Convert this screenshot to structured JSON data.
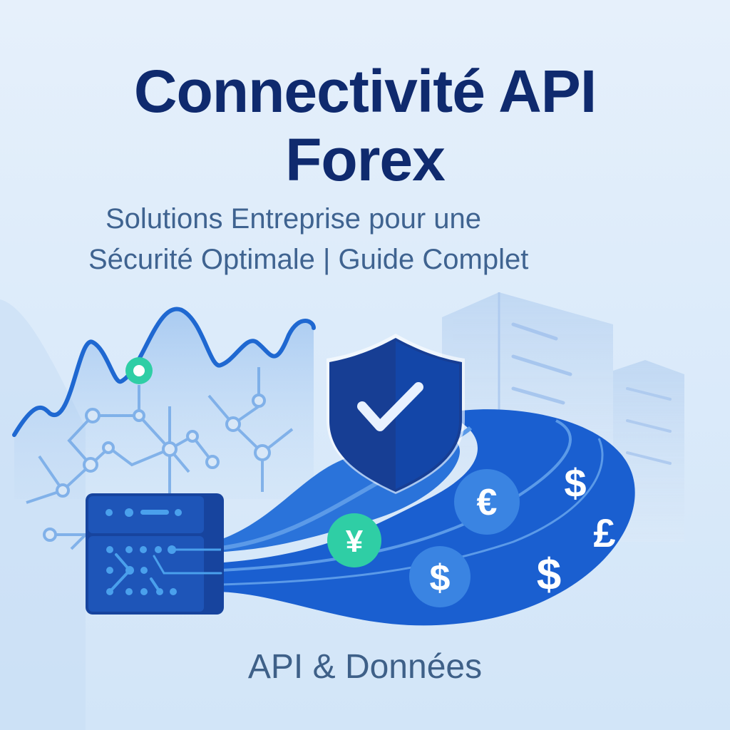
{
  "header": {
    "title_line1": "Connectivité API",
    "title_line2": "Forex",
    "subtitle_line1": "Solutions Entreprise pour une",
    "subtitle_line2": "Sécurité Optimale | Guide Complet"
  },
  "illustration": {
    "shield_icon": "shield-check-icon",
    "server_icon": "server-rack-icon",
    "buildings_icon": "data-center-icon",
    "chart_icon": "line-chart-icon",
    "currencies": {
      "yen": "¥",
      "euro": "€",
      "dollar_circle": "$",
      "dollar_1": "$",
      "dollar_2": "$",
      "pound": "£"
    }
  },
  "colors": {
    "title": "#0f2a6e",
    "subtitle": "#3f6390",
    "primary_blue": "#1a5fd0",
    "dark_blue": "#173e94",
    "accent_green": "#2fcea5"
  },
  "footer": {
    "label": "API & Données"
  }
}
